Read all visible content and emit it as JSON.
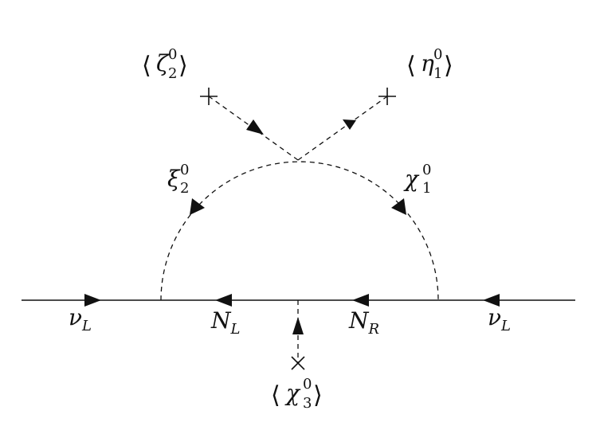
{
  "diagram": {
    "external_left": {
      "symbol": "ν",
      "subscript": "L"
    },
    "internal_left": {
      "symbol": "N",
      "subscript": "L"
    },
    "internal_right": {
      "symbol": "N",
      "subscript": "R"
    },
    "external_right": {
      "symbol": "ν",
      "subscript": "L"
    },
    "scalar_left": {
      "symbol": "ξ",
      "subscript": "2",
      "superscript": "0"
    },
    "scalar_right": {
      "symbol": "χ",
      "subscript": "1",
      "superscript": "0"
    },
    "vev_top_left": {
      "open": "⟨",
      "symbol": "ζ",
      "subscript": "2",
      "superscript": "0",
      "close": "⟩"
    },
    "vev_top_right": {
      "open": "⟨",
      "symbol": "η",
      "subscript": "1",
      "superscript": "0",
      "close": "⟩"
    },
    "vev_bottom": {
      "open": "⟨",
      "symbol": "χ",
      "subscript": "3",
      "superscript": "0",
      "close": "⟩"
    }
  }
}
